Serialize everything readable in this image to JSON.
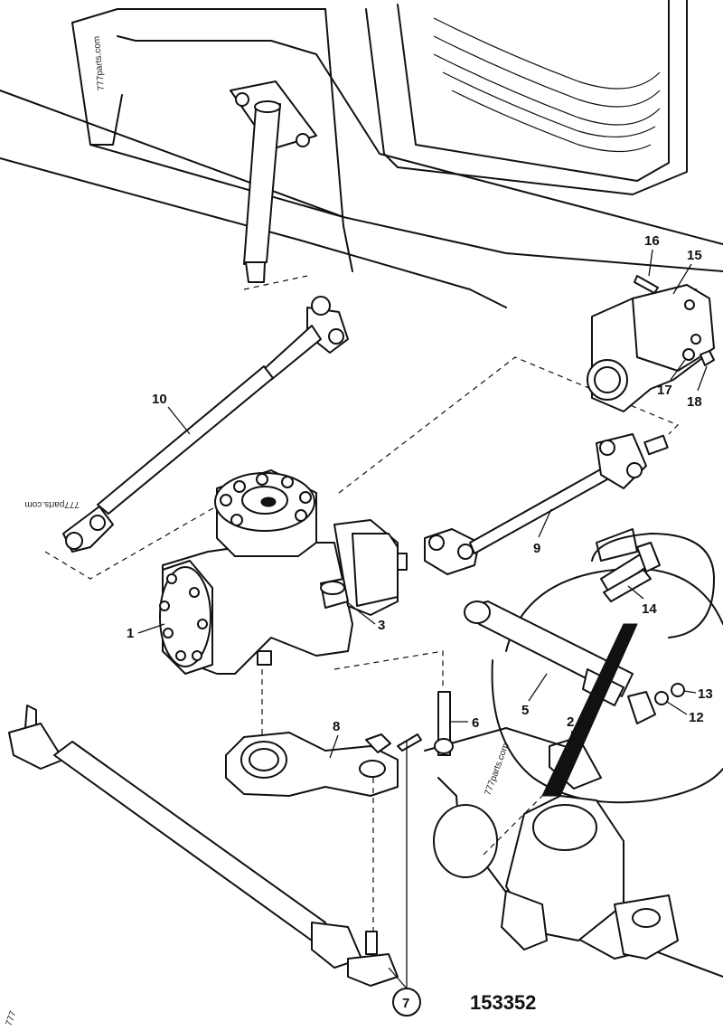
{
  "drawing_number": "153352",
  "watermarks": [
    "777parts.com",
    "777parts.com",
    "777parts.com",
    "777"
  ],
  "callouts": [
    {
      "label": "1",
      "part": "steering-box"
    },
    {
      "label": "2",
      "part": "bracket"
    },
    {
      "label": "3",
      "part": "nut"
    },
    {
      "label": "5",
      "part": "steering-ram"
    },
    {
      "label": "6",
      "part": "bolt"
    },
    {
      "label": "7",
      "part": "split-pin"
    },
    {
      "label": "8",
      "part": "drop-arm"
    },
    {
      "label": "9",
      "part": "lower-shaft"
    },
    {
      "label": "10",
      "part": "upper-shaft"
    },
    {
      "label": "12",
      "part": "washer"
    },
    {
      "label": "13",
      "part": "nut"
    },
    {
      "label": "14",
      "part": "bolt"
    },
    {
      "label": "15",
      "part": "mounting-plate"
    },
    {
      "label": "16",
      "part": "bolt"
    },
    {
      "label": "17",
      "part": "washer"
    },
    {
      "label": "18",
      "part": "nut"
    }
  ]
}
